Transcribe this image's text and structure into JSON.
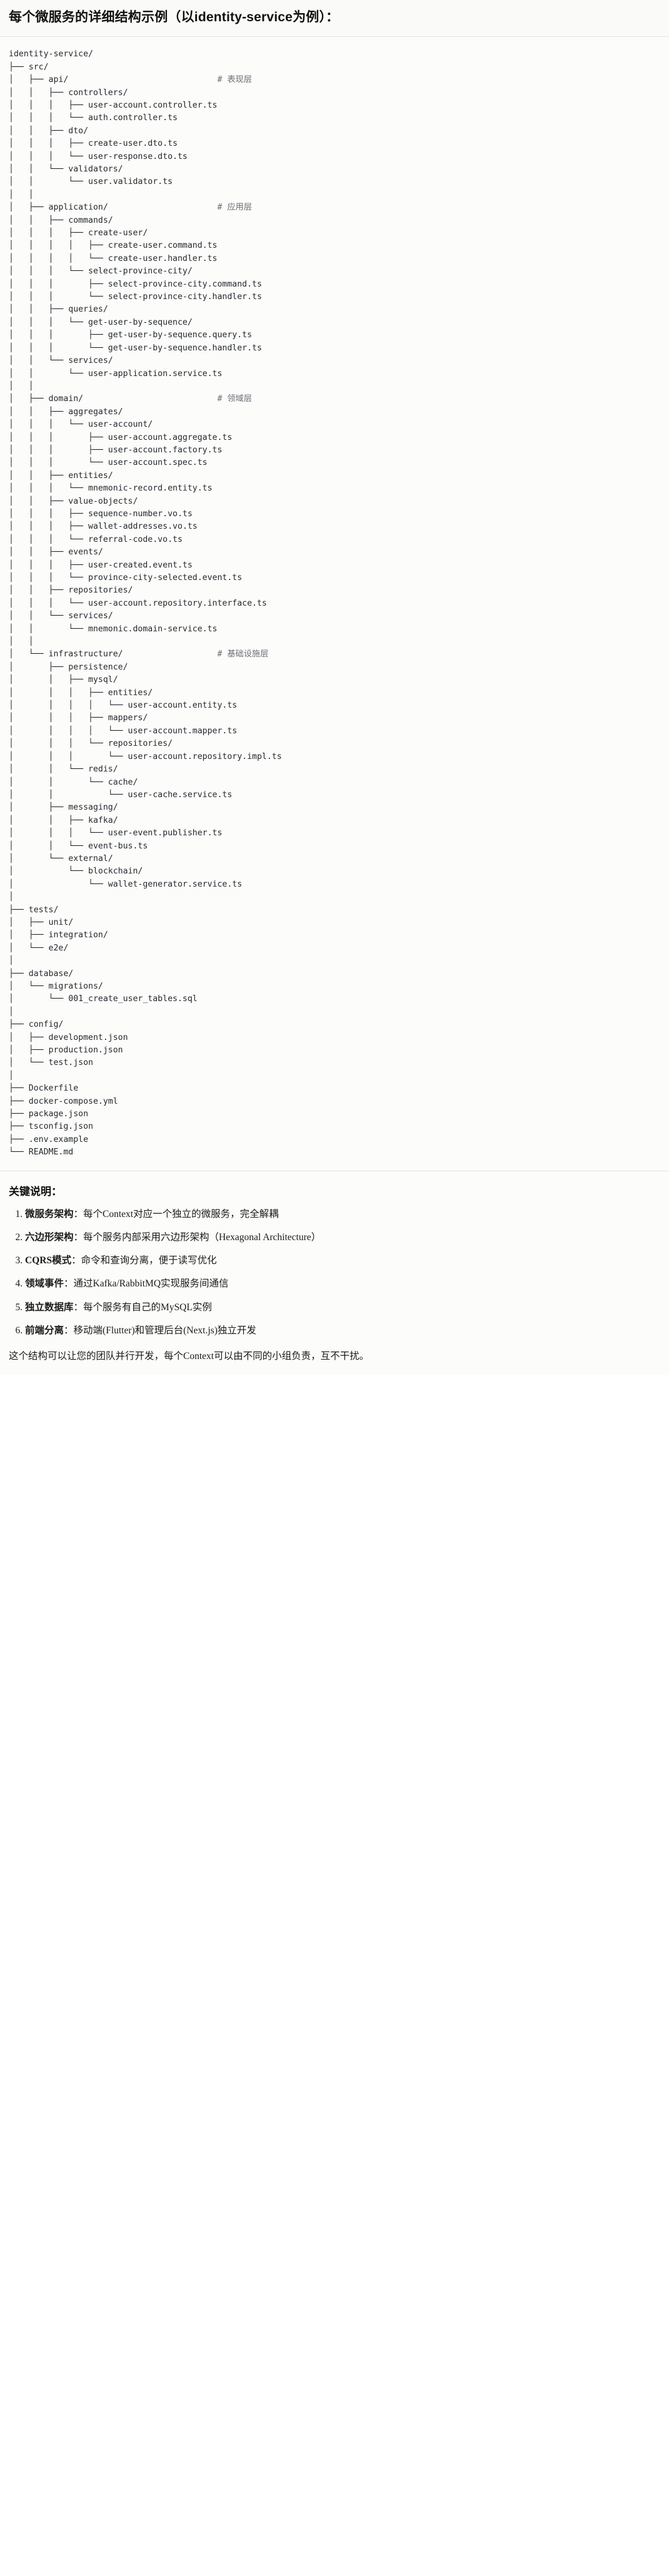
{
  "title": "每个微服务的详细结构示例（以identity-service为例）：",
  "tree": {
    "root": "identity-service/",
    "text": "identity-service/\n├── src/\n│   ├── api/                              # 表现层\n│   │   ├── controllers/\n│   │   │   ├── user-account.controller.ts\n│   │   │   └── auth.controller.ts\n│   │   ├── dto/\n│   │   │   ├── create-user.dto.ts\n│   │   │   └── user-response.dto.ts\n│   │   └── validators/\n│   │       └── user.validator.ts\n│   │\n│   ├── application/                      # 应用层\n│   │   ├── commands/\n│   │   │   ├── create-user/\n│   │   │   │   ├── create-user.command.ts\n│   │   │   │   └── create-user.handler.ts\n│   │   │   └── select-province-city/\n│   │   │       ├── select-province-city.command.ts\n│   │   │       └── select-province-city.handler.ts\n│   │   ├── queries/\n│   │   │   └── get-user-by-sequence/\n│   │   │       ├── get-user-by-sequence.query.ts\n│   │   │       └── get-user-by-sequence.handler.ts\n│   │   └── services/\n│   │       └── user-application.service.ts\n│   │\n│   ├── domain/                           # 领域层\n│   │   ├── aggregates/\n│   │   │   └── user-account/\n│   │   │       ├── user-account.aggregate.ts\n│   │   │       ├── user-account.factory.ts\n│   │   │       └── user-account.spec.ts\n│   │   ├── entities/\n│   │   │   └── mnemonic-record.entity.ts\n│   │   ├── value-objects/\n│   │   │   ├── sequence-number.vo.ts\n│   │   │   ├── wallet-addresses.vo.ts\n│   │   │   └── referral-code.vo.ts\n│   │   ├── events/\n│   │   │   ├── user-created.event.ts\n│   │   │   └── province-city-selected.event.ts\n│   │   ├── repositories/\n│   │   │   └── user-account.repository.interface.ts\n│   │   └── services/\n│   │       └── mnemonic.domain-service.ts\n│   │\n│   └── infrastructure/                   # 基础设施层\n│       ├── persistence/\n│       │   ├── mysql/\n│       │   │   ├── entities/\n│       │   │   │   └── user-account.entity.ts\n│       │   │   ├── mappers/\n│       │   │   │   └── user-account.mapper.ts\n│       │   │   └── repositories/\n│       │   │       └── user-account.repository.impl.ts\n│       │   └── redis/\n│       │       └── cache/\n│       │           └── user-cache.service.ts\n│       ├── messaging/\n│       │   ├── kafka/\n│       │   │   └── user-event.publisher.ts\n│       │   └── event-bus.ts\n│       └── external/\n│           └── blockchain/\n│               └── wallet-generator.service.ts\n│\n├── tests/\n│   ├── unit/\n│   ├── integration/\n│   └── e2e/\n│\n├── database/\n│   └── migrations/\n│       └── 001_create_user_tables.sql\n│\n├── config/\n│   ├── development.json\n│   ├── production.json\n│   └── test.json\n│\n├── Dockerfile\n├── docker-compose.yml\n├── package.json\n├── tsconfig.json\n├── .env.example\n└── README.md",
    "layer_comments": [
      "# 表现层",
      "# 应用层",
      "# 领域层",
      "# 基础设施层"
    ]
  },
  "notes": {
    "heading": "关键说明：",
    "items": [
      {
        "key": "微服务架构",
        "sep": "：",
        "body": "每个Context对应一个独立的微服务，完全解耦"
      },
      {
        "key": "六边形架构",
        "sep": "：",
        "body": "每个服务内部采用六边形架构（Hexagonal Architecture）"
      },
      {
        "key": "CQRS模式",
        "sep": "：",
        "body": "命令和查询分离，便于读写优化"
      },
      {
        "key": "领域事件",
        "sep": "：",
        "body": "通过Kafka/RabbitMQ实现服务间通信"
      },
      {
        "key": "独立数据库",
        "sep": "：",
        "body": "每个服务有自己的MySQL实例"
      },
      {
        "key": "前端分离",
        "sep": "：",
        "body": "移动端(Flutter)和管理后台(Next.js)独立开发"
      }
    ],
    "closing": "这个结构可以让您的团队并行开发，每个Context可以由不同的小组负责，互不干扰。"
  },
  "colors": {
    "page_bg": "#ffffff",
    "block_bg": "#fcfcfa",
    "title_bg": "#fafaf8",
    "rule": "#e3e3de",
    "code_fg": "#24292e",
    "comment_fg": "#6a6f76",
    "text_fg": "#1a1a1a"
  }
}
